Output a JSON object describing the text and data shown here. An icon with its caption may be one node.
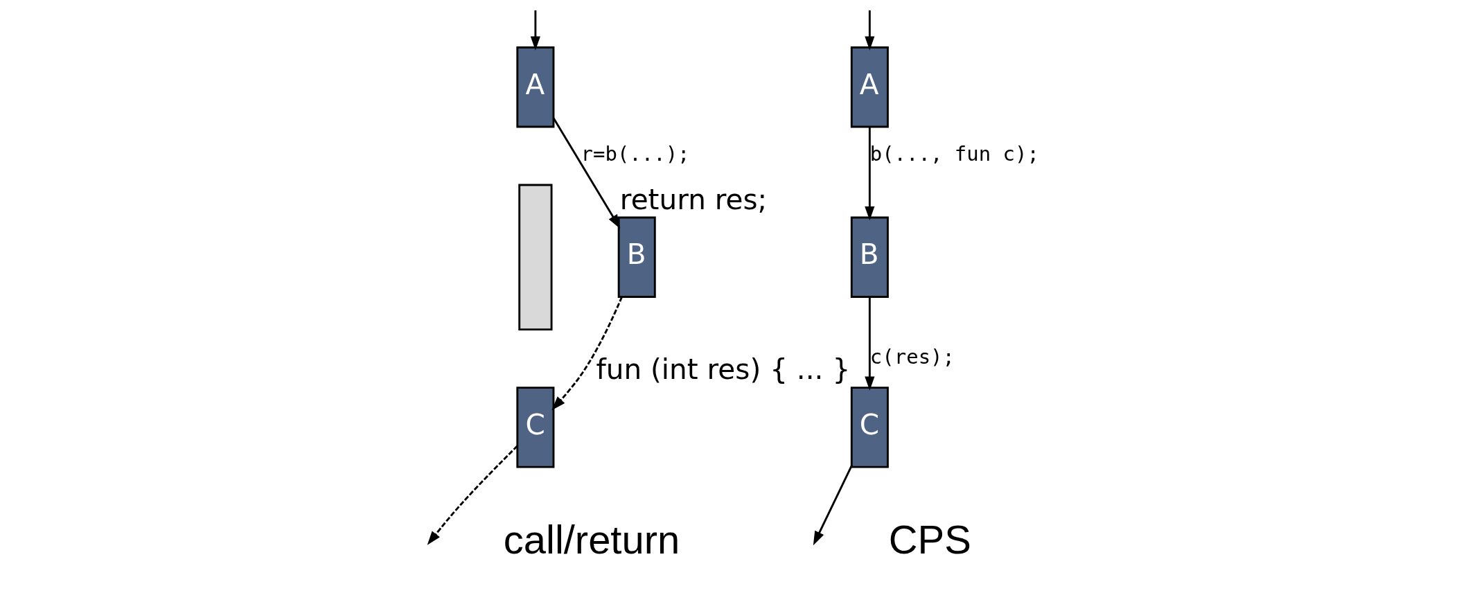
{
  "diagram": {
    "nodes": [
      {
        "text": [
          "A"
        ]
      },
      {
        "text": [],
        "shape": "bar"
      },
      {
        "text": [
          "B"
        ],
        "beside": [
          "return res;"
        ]
      },
      {
        "text": [
          "C"
        ]
      },
      {
        "text": [
          "A"
        ]
      },
      {
        "text": [
          "B"
        ]
      },
      {
        "text": [
          "C"
        ],
        "beside": [
          "fun (int res) { ... }"
        ]
      }
    ],
    "edges": [
      {
        "from": null,
        "to": 0,
        "arrow": "to"
      },
      {
        "from": 0,
        "to": 2,
        "arrow": "to",
        "label": "r=b(...);"
      },
      {
        "from": 2,
        "to": 3,
        "arrow": "to",
        "style": "dashed"
      },
      {
        "from": 3,
        "to": null,
        "arrow": "to",
        "style": "dashed"
      },
      {
        "from": null,
        "to": 4,
        "arrow": "to"
      },
      {
        "from": 4,
        "to": 5,
        "arrow": "to",
        "label": "b(..., fun c);"
      },
      {
        "from": 5,
        "to": 6,
        "arrow": "to",
        "label": "c(res);"
      },
      {
        "from": 6,
        "to": null,
        "arrow": "to"
      }
    ],
    "labels": [
      "call/return",
      "CPS"
    ]
  }
}
